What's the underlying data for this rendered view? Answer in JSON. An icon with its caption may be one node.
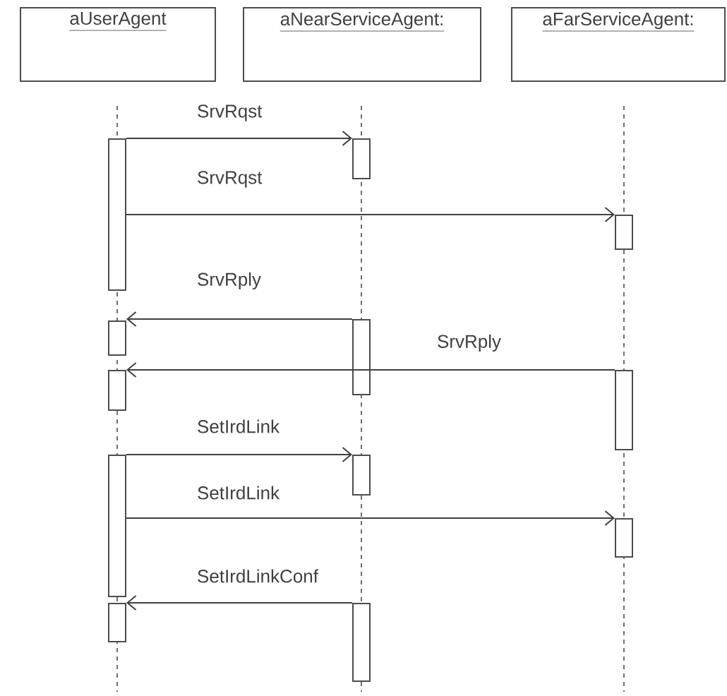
{
  "diagram": {
    "nodes": [
      {
        "text": [
          "aUserAgent"
        ]
      },
      {
        "text": [
          "aNearServiceAgent:"
        ]
      },
      {
        "text": [
          "aFarServiceAgent:"
        ]
      },
      {
        "text": [],
        "shape": "bar"
      },
      {
        "text": [],
        "shape": "bar"
      },
      {
        "text": [],
        "shape": "bar"
      },
      {
        "text": [],
        "shape": "bar"
      },
      {
        "text": [],
        "shape": "bar"
      },
      {
        "text": [],
        "shape": "bar"
      },
      {
        "text": [],
        "shape": "bar"
      },
      {
        "text": [],
        "shape": "bar"
      },
      {
        "text": [],
        "shape": "bar"
      },
      {
        "text": [],
        "shape": "bar"
      },
      {
        "text": [],
        "shape": "bar"
      },
      {
        "text": [],
        "shape": "bar"
      }
    ],
    "edges": [
      {
        "from": 3,
        "to": 8,
        "arrow": "to",
        "label": "SrvRqst"
      },
      {
        "from": 3,
        "to": 12,
        "arrow": "to",
        "label": "SrvRqst"
      },
      {
        "from": 9,
        "to": 4,
        "arrow": "to",
        "label": "SrvRply"
      },
      {
        "from": 13,
        "to": 5,
        "arrow": "to",
        "label": "SrvRply"
      },
      {
        "from": 6,
        "to": 10,
        "arrow": "to",
        "label": "SetIrdLink"
      },
      {
        "from": 6,
        "to": 14,
        "arrow": "to",
        "label": "SetIrdLink"
      },
      {
        "from": 11,
        "to": 7,
        "arrow": "to",
        "label": "SetIrdLinkConf"
      }
    ]
  }
}
